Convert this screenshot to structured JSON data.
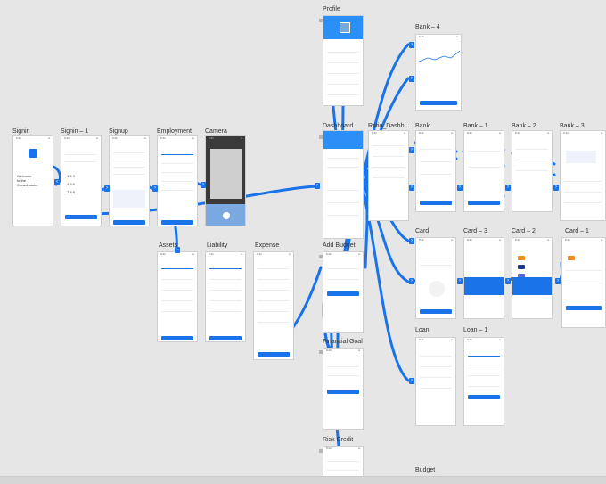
{
  "canvas": {
    "labels": {
      "profile": "Profile",
      "bank4": "Bank – 4",
      "signin": "Signin",
      "signin1": "Signin – 1",
      "signup": "Signup",
      "employment": "Employment",
      "camera": "Camera",
      "dashboard": "Dashboard",
      "ratio": "Ratio_Dashb...",
      "bank": "Bank",
      "bank1": "Bank – 1",
      "bank2": "Bank – 2",
      "bank3": "Bank – 3",
      "assets": "Assets",
      "liability": "Liability",
      "expense": "Expense",
      "addbudget": "Add Budget",
      "card": "Card",
      "card3": "Card – 3",
      "card2": "Card – 2",
      "card1": "Card – 1",
      "financialgoal": "Financial Goal",
      "loan": "Loan",
      "loan1": "Loan – 1",
      "riskcredit": "Risk Credit",
      "budget": "Budget"
    },
    "colors": {
      "background": "#e6e6e6",
      "wire": "#1a73e8",
      "artboard": "#ffffff"
    },
    "icons": {
      "connector": "chevron-right-icon",
      "anchor": "square-anchor-icon"
    }
  }
}
